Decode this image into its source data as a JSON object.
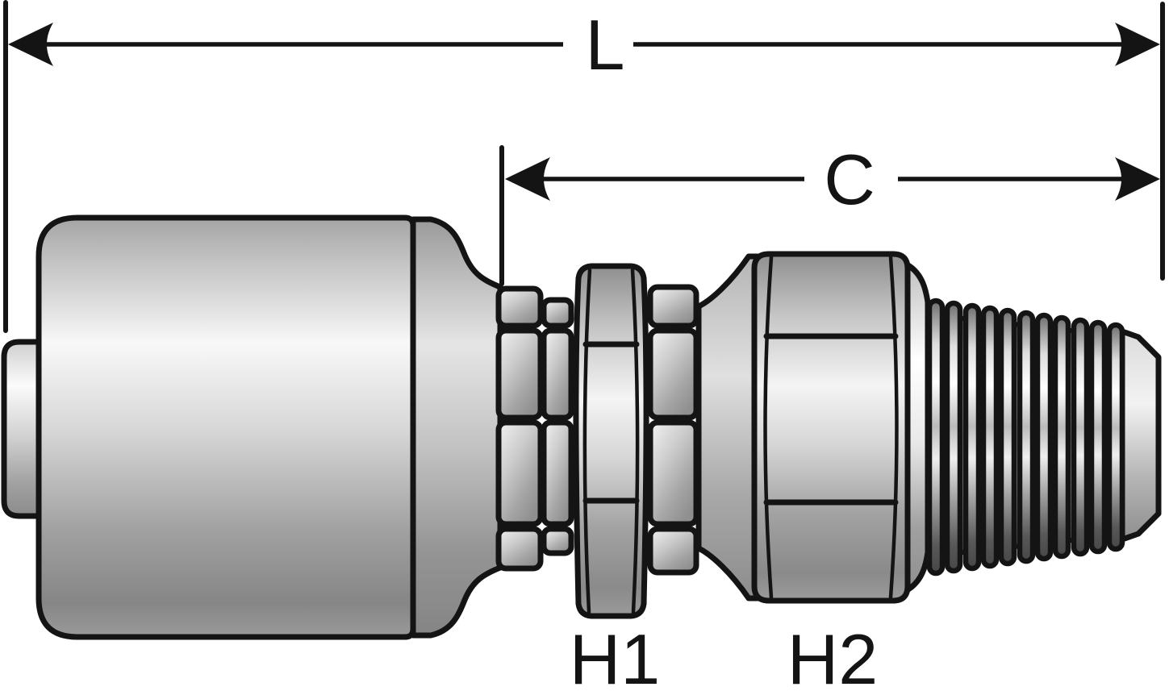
{
  "diagram": {
    "background": "#ffffff",
    "line_color": "#141414",
    "metal_colors": {
      "highlight": "#f7f7f7",
      "mid": "#b8b8b8",
      "shadow": "#7e7e7e"
    },
    "dimension_lines": {
      "length": {
        "label": "L",
        "orientation": "horizontal",
        "arrows": "both-ends"
      },
      "cutoff": {
        "label": "C",
        "orientation": "horizontal",
        "arrows": "both-ends"
      }
    },
    "hex_labels": {
      "hex1": {
        "label": "H1"
      },
      "hex2": {
        "label": "H2"
      }
    }
  }
}
